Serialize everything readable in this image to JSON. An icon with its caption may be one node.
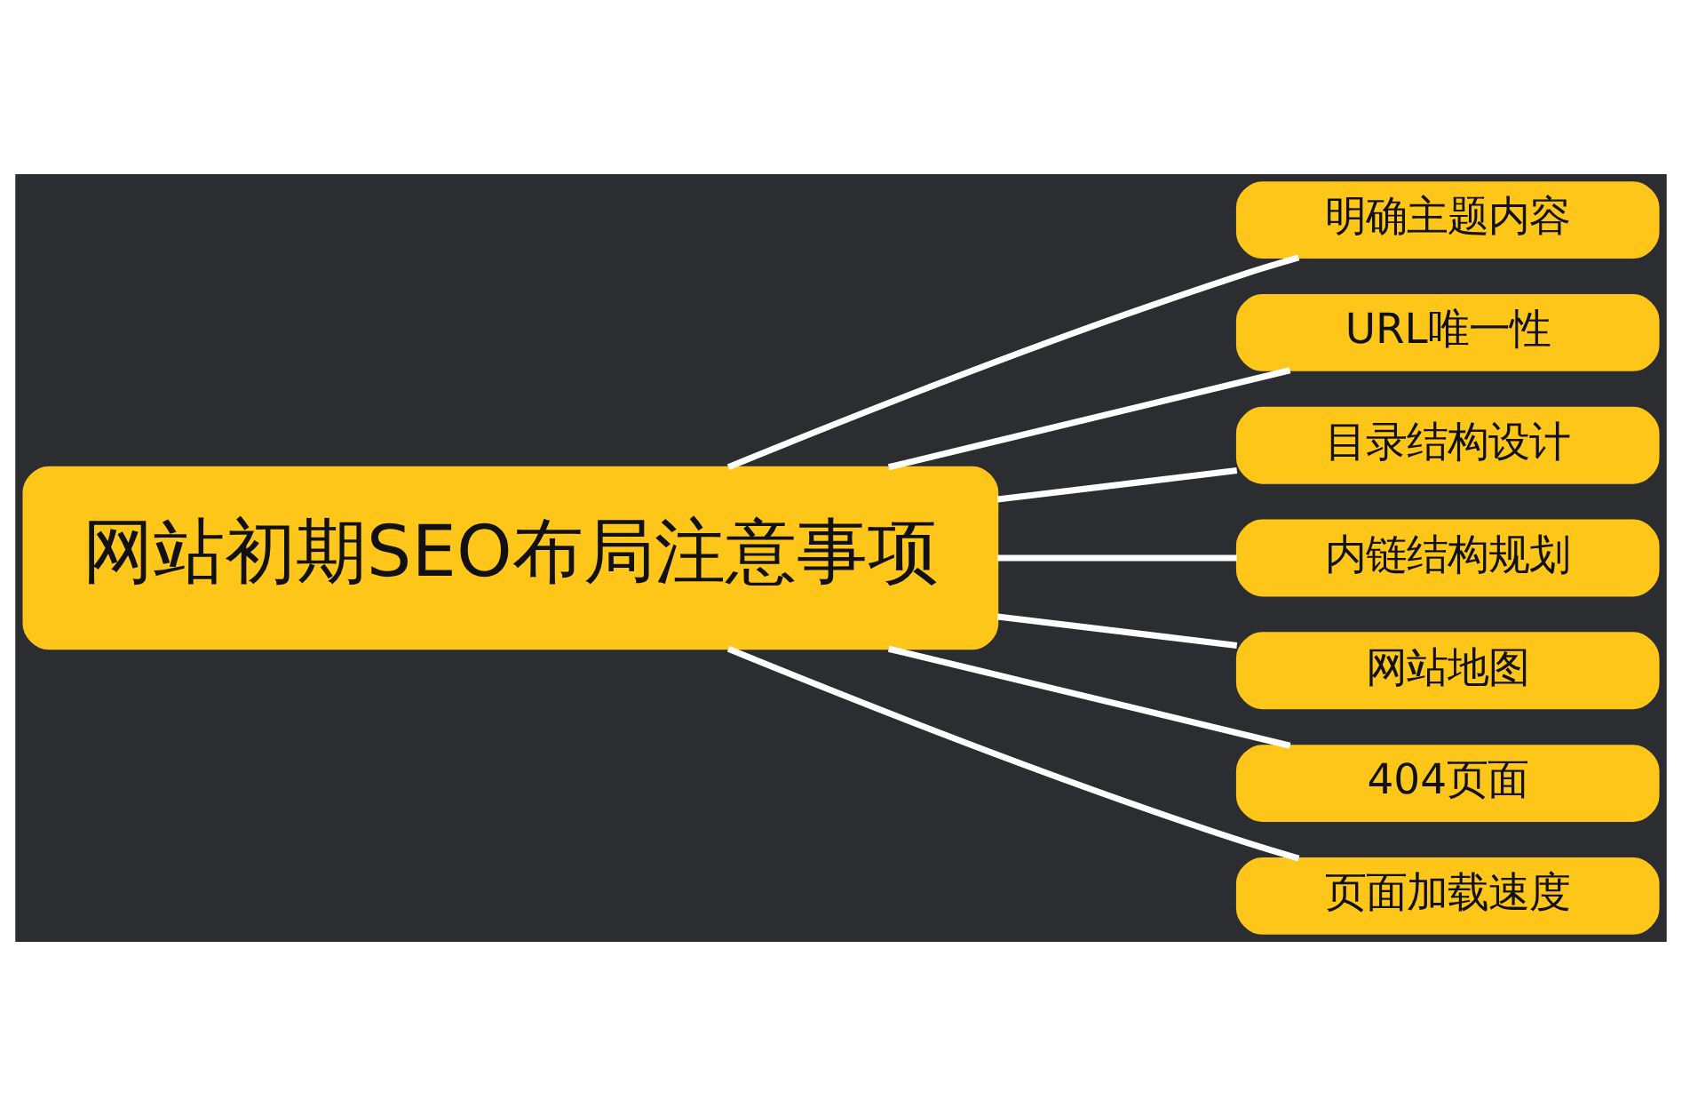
{
  "diagram": {
    "nodes": [
      {
        "text": [
          "网站初期SEO布局注意事项"
        ]
      },
      {
        "text": [
          "明确主题内容"
        ]
      },
      {
        "text": [
          "URL唯一性"
        ]
      },
      {
        "text": [
          "目录结构设计"
        ]
      },
      {
        "text": [
          "内链结构规划"
        ]
      },
      {
        "text": [
          "网站地图"
        ]
      },
      {
        "text": [
          "404页面"
        ]
      },
      {
        "text": [
          "页面加载速度"
        ]
      }
    ],
    "edges": [
      {
        "from": 0,
        "to": 1,
        "arrow": "none"
      },
      {
        "from": 0,
        "to": 2,
        "arrow": "none"
      },
      {
        "from": 0,
        "to": 3,
        "arrow": "none"
      },
      {
        "from": 0,
        "to": 4,
        "arrow": "none"
      },
      {
        "from": 0,
        "to": 5,
        "arrow": "none"
      },
      {
        "from": 0,
        "to": 6,
        "arrow": "none"
      },
      {
        "from": 0,
        "to": 7,
        "arrow": "none"
      }
    ]
  }
}
